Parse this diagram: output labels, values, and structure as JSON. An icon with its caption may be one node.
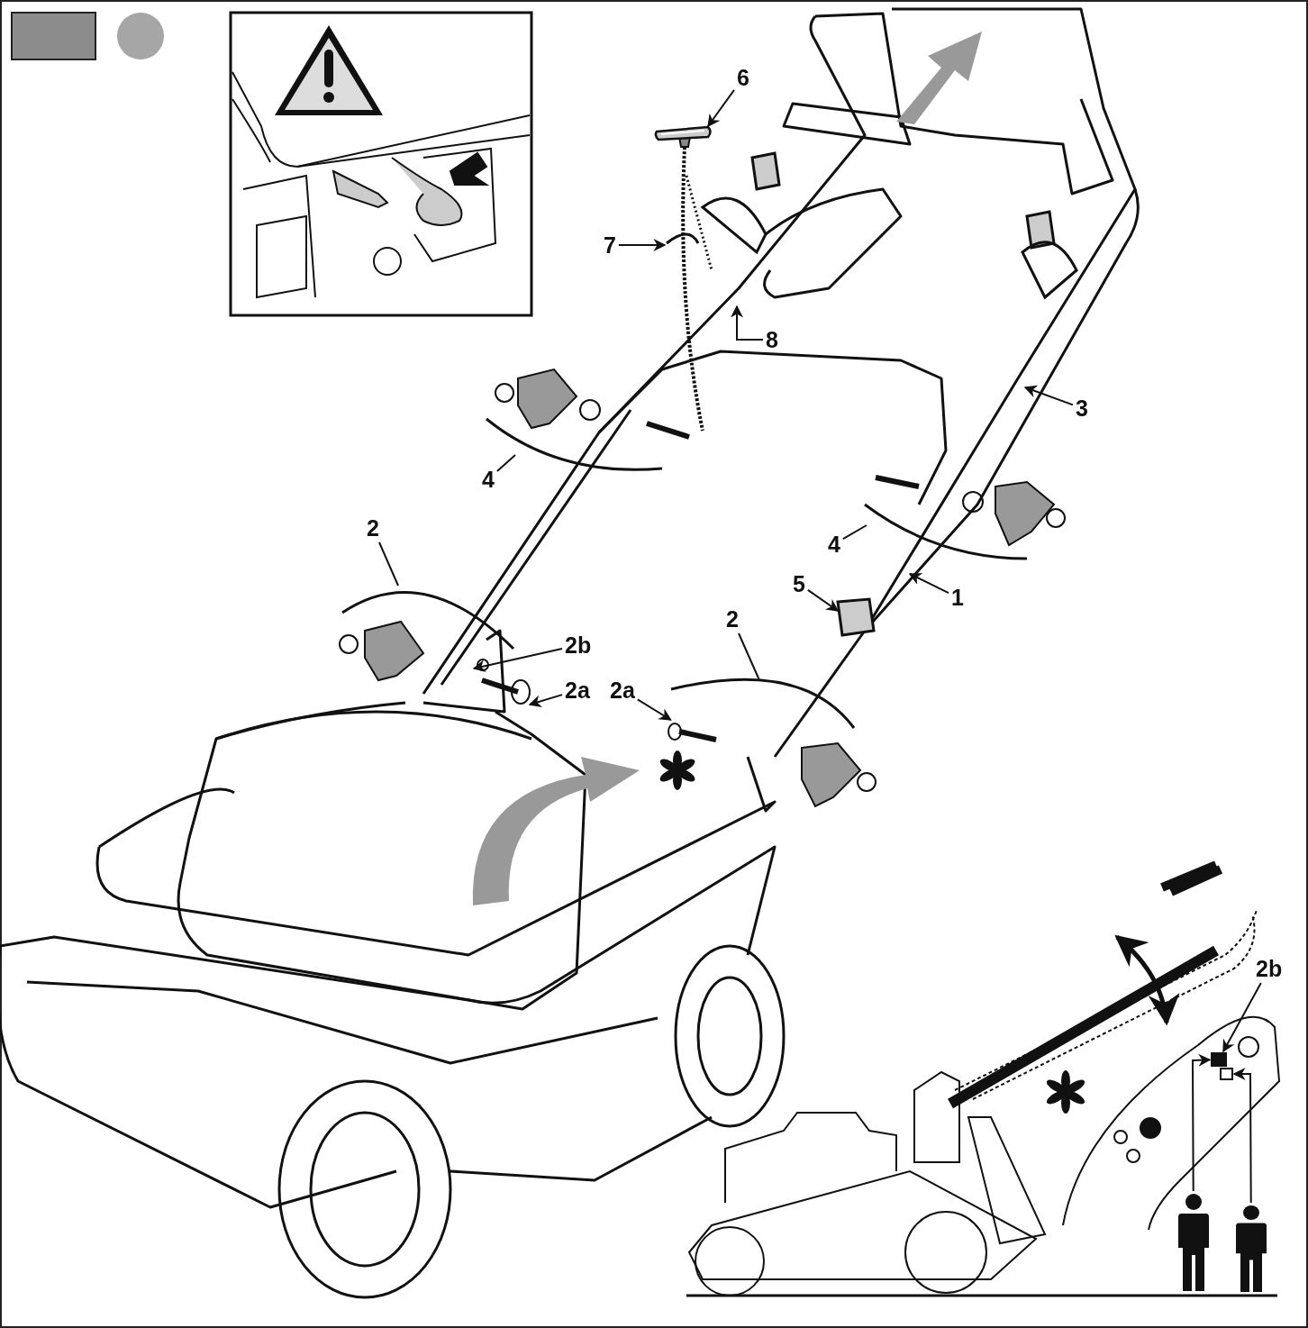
{
  "diagram": {
    "nodes": [
      {
        "text": [
          "6"
        ]
      },
      {
        "text": [
          "7"
        ]
      },
      {
        "text": [
          "8"
        ]
      },
      {
        "text": [
          "3"
        ]
      },
      {
        "text": [
          "4"
        ]
      },
      {
        "text": [
          "4"
        ]
      },
      {
        "text": [
          "2"
        ]
      },
      {
        "text": [
          "2"
        ]
      },
      {
        "text": [
          "1"
        ]
      },
      {
        "text": [
          "5"
        ]
      },
      {
        "text": [
          "2b"
        ]
      },
      {
        "text": [
          "2a"
        ]
      },
      {
        "text": [
          "2a"
        ]
      },
      {
        "text": [
          "2b"
        ]
      },
      {
        "text": [],
        "shape": "person"
      },
      {
        "text": [],
        "shape": "person"
      },
      {
        "text": [],
        "shape": "box"
      },
      {
        "text": [],
        "shape": "box"
      },
      {
        "text": [],
        "shape": "box"
      },
      {
        "text": [],
        "shape": "circle"
      },
      {
        "text": [],
        "shape": "picture"
      },
      {
        "text": [],
        "shape": "picture"
      }
    ],
    "edges": [
      {
        "from": 0,
        "to": 20,
        "arrow": "to"
      },
      {
        "from": 1,
        "to": 20,
        "arrow": "to"
      },
      {
        "from": 2,
        "to": null,
        "arrow": "to"
      },
      {
        "from": 3,
        "to": null,
        "arrow": "to"
      },
      {
        "from": 4,
        "to": null,
        "arrow": "none"
      },
      {
        "from": 5,
        "to": null,
        "arrow": "none"
      },
      {
        "from": 6,
        "to": null,
        "arrow": "none"
      },
      {
        "from": 7,
        "to": null,
        "arrow": "none"
      },
      {
        "from": 8,
        "to": null,
        "arrow": "to"
      },
      {
        "from": 9,
        "to": null,
        "arrow": "to"
      },
      {
        "from": 10,
        "to": null,
        "arrow": "to"
      },
      {
        "from": 11,
        "to": null,
        "arrow": "to"
      },
      {
        "from": 12,
        "to": 21,
        "arrow": "to"
      },
      {
        "from": 13,
        "to": 16,
        "arrow": "to"
      },
      {
        "from": 14,
        "to": 16,
        "arrow": "to"
      },
      {
        "from": 15,
        "to": 17,
        "arrow": "to"
      }
    ]
  }
}
